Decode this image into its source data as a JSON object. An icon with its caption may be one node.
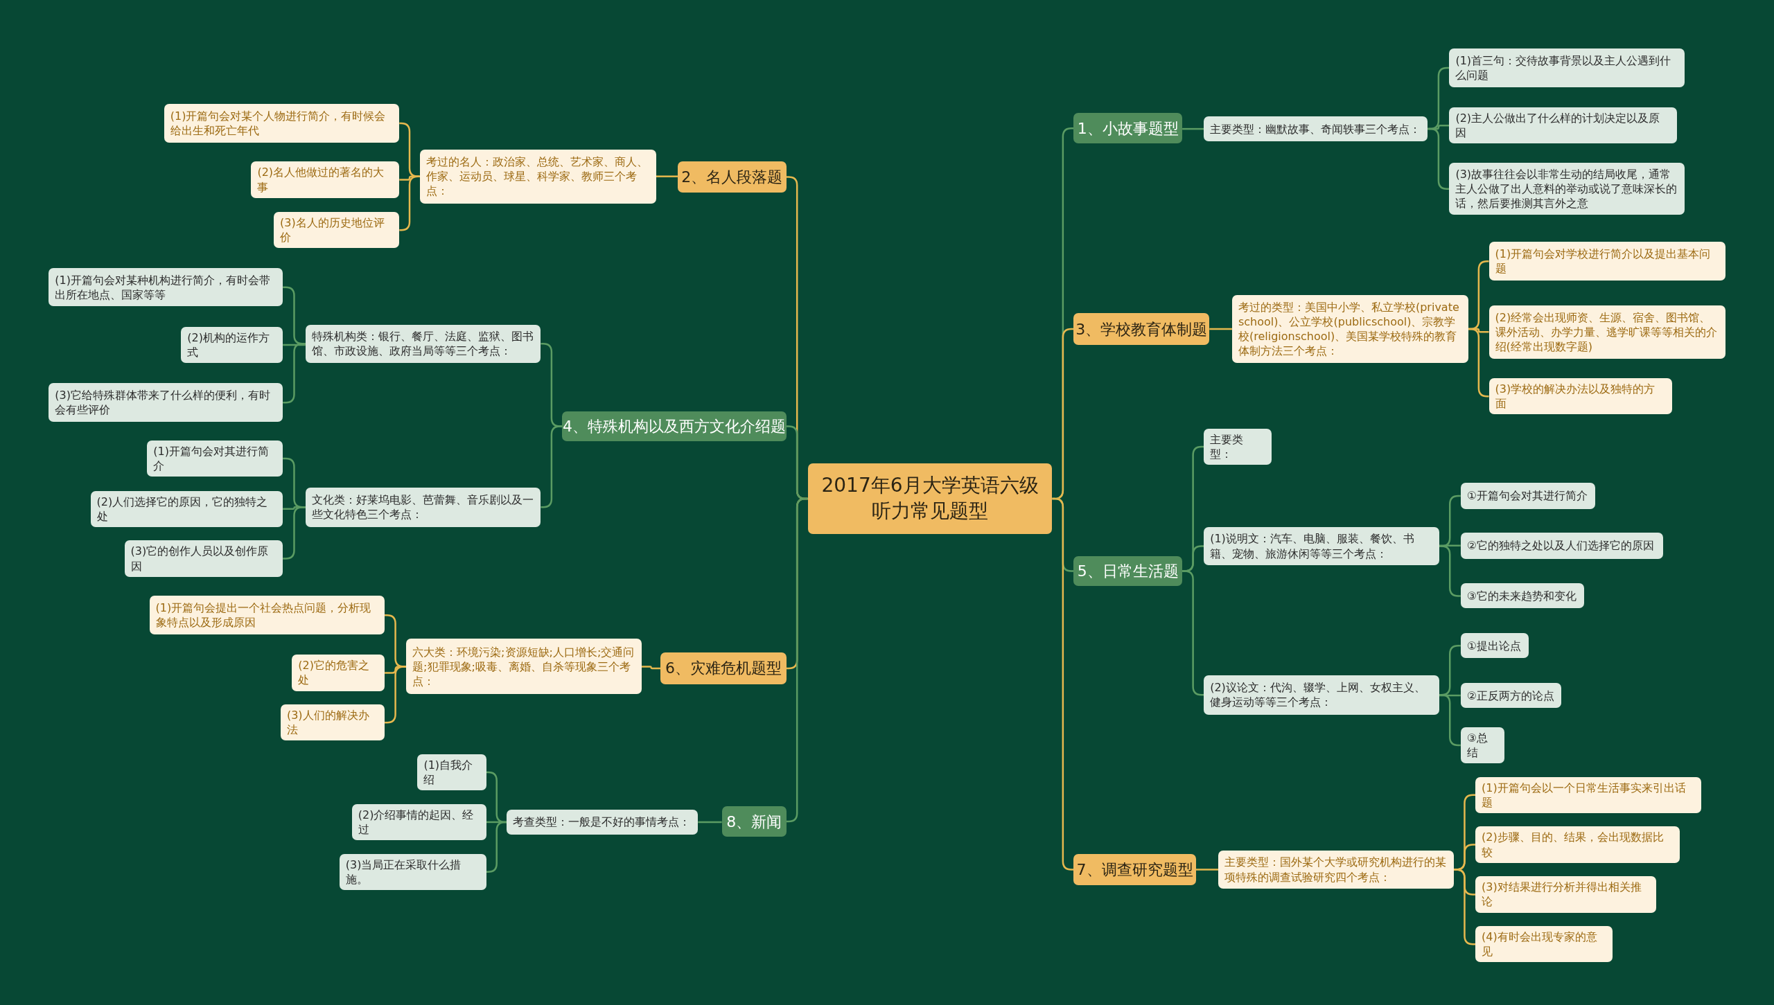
{
  "diagram": {
    "nodes": [
      {
        "text": [
          "2017年6月大学英语六级听力常见题型"
        ]
      },
      {
        "text": [
          "1、小故事题型"
        ]
      },
      {
        "text": [
          "主要类型：幽默故事、奇闻轶事三个考点："
        ]
      },
      {
        "text": [
          "(1)首三句：交待故事背景以及主人公遇到什么问题"
        ]
      },
      {
        "text": [
          "(2)主人公做出了什么样的计划决定以及原因"
        ]
      },
      {
        "text": [
          "(3)故事往往会以非常生动的结局收尾，通常主人公做了出人意料的举动或说了意味深长的话，然后要推测其言外之意"
        ]
      },
      {
        "text": [
          "2、名人段落题"
        ]
      },
      {
        "text": [
          "考过的名人：政治家、总统、艺术家、商人、作家、运动员、球星、科学家、教师三个考点："
        ]
      },
      {
        "text": [
          "(1)开篇句会对某个人物进行简介，有时候会给出生和死亡年代"
        ]
      },
      {
        "text": [
          "(2)名人他做过的著名的大事"
        ]
      },
      {
        "text": [
          "(3)名人的历史地位评价"
        ]
      },
      {
        "text": [
          "3、学校教育体制题"
        ]
      },
      {
        "text": [
          "考过的类型：美国中小学、私立学校(private school)、公立学校(publicschool)、宗教学校(religionschool)、美国某学校特殊的教育体制方法三个考点："
        ]
      },
      {
        "text": [
          "(1)开篇句会对学校进行简介以及提出基本问题"
        ]
      },
      {
        "text": [
          "(2)经常会出现师资、生源、宿舍、图书馆、课外活动、办学力量、逃学旷课等等相关的介绍(经常出现数字题)"
        ]
      },
      {
        "text": [
          "(3)学校的解决办法以及独特的方面"
        ]
      },
      {
        "text": [
          "4、特殊机构以及西方文化介绍题"
        ]
      },
      {
        "text": [
          "特殊机构类：银行、餐厅、法庭、监狱、图书馆、市政设施、政府当局等等三个考点："
        ]
      },
      {
        "text": [
          "(1)开篇句会对某种机构进行简介，有时会带出所在地点、国家等等"
        ]
      },
      {
        "text": [
          "(2)机构的运作方式"
        ]
      },
      {
        "text": [
          "(3)它给特殊群体带来了什么样的便利，有时会有些评价"
        ]
      },
      {
        "text": [
          "文化类：好莱坞电影、芭蕾舞、音乐剧以及一些文化特色三个考点："
        ]
      },
      {
        "text": [
          "(1)开篇句会对其进行简介"
        ]
      },
      {
        "text": [
          "(2)人们选择它的原因，它的独特之处"
        ]
      },
      {
        "text": [
          "(3)它的创作人员以及创作原因"
        ]
      },
      {
        "text": [
          "5、日常生活题"
        ]
      },
      {
        "text": [
          "主要类型："
        ]
      },
      {
        "text": [
          "(1)说明文：汽车、电脑、服装、餐饮、书籍、宠物、旅游休闲等等三个考点："
        ]
      },
      {
        "text": [
          "①开篇句会对其进行简介"
        ]
      },
      {
        "text": [
          "②它的独特之处以及人们选择它的原因"
        ]
      },
      {
        "text": [
          "③它的未来趋势和变化"
        ]
      },
      {
        "text": [
          "(2)议论文：代沟、辍学、上网、女权主义、健身运动等等三个考点："
        ]
      },
      {
        "text": [
          "①提出论点"
        ]
      },
      {
        "text": [
          "②正反两方的论点"
        ]
      },
      {
        "text": [
          "③总结"
        ]
      },
      {
        "text": [
          "6、灾难危机题型"
        ]
      },
      {
        "text": [
          "六大类：环境污染;资源短缺;人口增长;交通问题;犯罪现象;吸毒、离婚、自杀等现象三个考点："
        ]
      },
      {
        "text": [
          "(1)开篇句会提出一个社会热点问题，分析现象特点以及形成原因"
        ]
      },
      {
        "text": [
          "(2)它的危害之处"
        ]
      },
      {
        "text": [
          "(3)人们的解决办法"
        ]
      },
      {
        "text": [
          "7、调查研究题型"
        ]
      },
      {
        "text": [
          "主要类型：国外某个大学或研究机构进行的某项特殊的调查试验研究四个考点："
        ]
      },
      {
        "text": [
          "(1)开篇句会以一个日常生活事实来引出话题"
        ]
      },
      {
        "text": [
          "(2)步骤、目的、结果，会出现数据比较"
        ]
      },
      {
        "text": [
          "(3)对结果进行分析并得出相关推论"
        ]
      },
      {
        "text": [
          "(4)有时会出现专家的意见"
        ]
      },
      {
        "text": [
          "8、新闻"
        ]
      },
      {
        "text": [
          "考查类型：一般是不好的事情考点："
        ]
      },
      {
        "text": [
          "(1)自我介绍"
        ]
      },
      {
        "text": [
          "(2)介绍事情的起因、经过"
        ]
      },
      {
        "text": [
          "(3)当局正在采取什么措施。"
        ]
      }
    ],
    "edges": [
      {
        "from": 0,
        "to": 1,
        "arrow": "none"
      },
      {
        "from": 1,
        "to": 2,
        "arrow": "none"
      },
      {
        "from": 2,
        "to": 3,
        "arrow": "none"
      },
      {
        "from": 2,
        "to": 4,
        "arrow": "none"
      },
      {
        "from": 2,
        "to": 5,
        "arrow": "none"
      },
      {
        "from": 0,
        "to": 6,
        "arrow": "none",
        "color": "#e6b84e"
      },
      {
        "from": 6,
        "to": 7,
        "arrow": "none",
        "color": "#e6b84e"
      },
      {
        "from": 7,
        "to": 8,
        "arrow": "none",
        "color": "#e6b84e"
      },
      {
        "from": 7,
        "to": 9,
        "arrow": "none",
        "color": "#e6b84e"
      },
      {
        "from": 7,
        "to": 10,
        "arrow": "none",
        "color": "#e6b84e"
      },
      {
        "from": 0,
        "to": 11,
        "arrow": "none",
        "color": "#e6b84e"
      },
      {
        "from": 11,
        "to": 12,
        "arrow": "none",
        "color": "#e6b84e"
      },
      {
        "from": 12,
        "to": 13,
        "arrow": "none",
        "color": "#e6b84e"
      },
      {
        "from": 12,
        "to": 14,
        "arrow": "none",
        "color": "#e6b84e"
      },
      {
        "from": 12,
        "to": 15,
        "arrow": "none",
        "color": "#e6b84e"
      },
      {
        "from": 0,
        "to": 16,
        "arrow": "none"
      },
      {
        "from": 16,
        "to": 17,
        "arrow": "none"
      },
      {
        "from": 17,
        "to": 18,
        "arrow": "none"
      },
      {
        "from": 17,
        "to": 19,
        "arrow": "none"
      },
      {
        "from": 17,
        "to": 20,
        "arrow": "none"
      },
      {
        "from": 16,
        "to": 21,
        "arrow": "none"
      },
      {
        "from": 21,
        "to": 22,
        "arrow": "none"
      },
      {
        "from": 21,
        "to": 23,
        "arrow": "none"
      },
      {
        "from": 21,
        "to": 24,
        "arrow": "none"
      },
      {
        "from": 0,
        "to": 25,
        "arrow": "none"
      },
      {
        "from": 25,
        "to": 26,
        "arrow": "none"
      },
      {
        "from": 25,
        "to": 27,
        "arrow": "none"
      },
      {
        "from": 27,
        "to": 28,
        "arrow": "none"
      },
      {
        "from": 27,
        "to": 29,
        "arrow": "none"
      },
      {
        "from": 27,
        "to": 30,
        "arrow": "none"
      },
      {
        "from": 25,
        "to": 31,
        "arrow": "none"
      },
      {
        "from": 31,
        "to": 32,
        "arrow": "none"
      },
      {
        "from": 31,
        "to": 33,
        "arrow": "none"
      },
      {
        "from": 31,
        "to": 34,
        "arrow": "none"
      },
      {
        "from": 0,
        "to": 35,
        "arrow": "none",
        "color": "#e6b84e"
      },
      {
        "from": 35,
        "to": 36,
        "arrow": "none",
        "color": "#e6b84e"
      },
      {
        "from": 36,
        "to": 37,
        "arrow": "none",
        "color": "#e6b84e"
      },
      {
        "from": 36,
        "to": 38,
        "arrow": "none",
        "color": "#e6b84e"
      },
      {
        "from": 36,
        "to": 39,
        "arrow": "none",
        "color": "#e6b84e"
      },
      {
        "from": 0,
        "to": 40,
        "arrow": "none",
        "color": "#e6b84e"
      },
      {
        "from": 40,
        "to": 41,
        "arrow": "none",
        "color": "#e6b84e"
      },
      {
        "from": 41,
        "to": 42,
        "arrow": "none",
        "color": "#e6b84e"
      },
      {
        "from": 41,
        "to": 43,
        "arrow": "none",
        "color": "#e6b84e"
      },
      {
        "from": 41,
        "to": 44,
        "arrow": "none",
        "color": "#e6b84e"
      },
      {
        "from": 41,
        "to": 45,
        "arrow": "none",
        "color": "#e6b84e"
      },
      {
        "from": 0,
        "to": 46,
        "arrow": "none"
      },
      {
        "from": 46,
        "to": 47,
        "arrow": "none"
      },
      {
        "from": 47,
        "to": 48,
        "arrow": "none"
      },
      {
        "from": 47,
        "to": 49,
        "arrow": "none"
      },
      {
        "from": 47,
        "to": 50,
        "arrow": "none"
      }
    ]
  }
}
